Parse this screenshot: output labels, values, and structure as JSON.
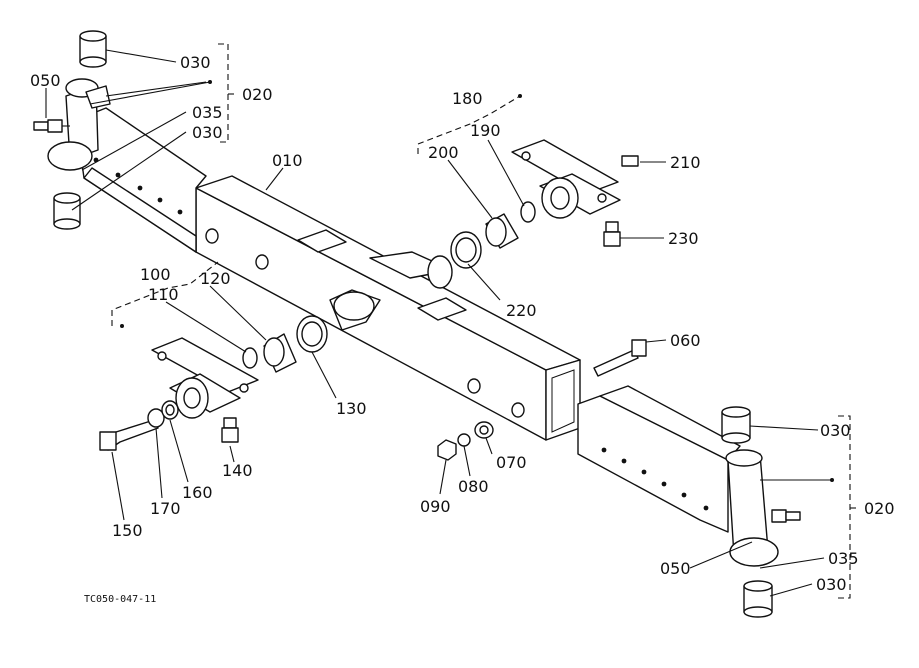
{
  "figure": {
    "code": "TC050-047-11"
  },
  "labels": {
    "p010": "010",
    "p020_left": "020",
    "p020_right": "020",
    "p030_tl1": "030",
    "p030_tl2": "030",
    "p030_r1": "030",
    "p030_r2": "030",
    "p035_left": "035",
    "p035_right": "035",
    "p050_left": "050",
    "p050_right": "050",
    "p060": "060",
    "p070": "070",
    "p080": "080",
    "p090": "090",
    "p100": "100",
    "p110": "110",
    "p120": "120",
    "p130": "130",
    "p140": "140",
    "p150": "150",
    "p160": "160",
    "p170": "170",
    "p180": "180",
    "p190": "190",
    "p200": "200",
    "p210": "210",
    "p220": "220",
    "p230": "230"
  }
}
